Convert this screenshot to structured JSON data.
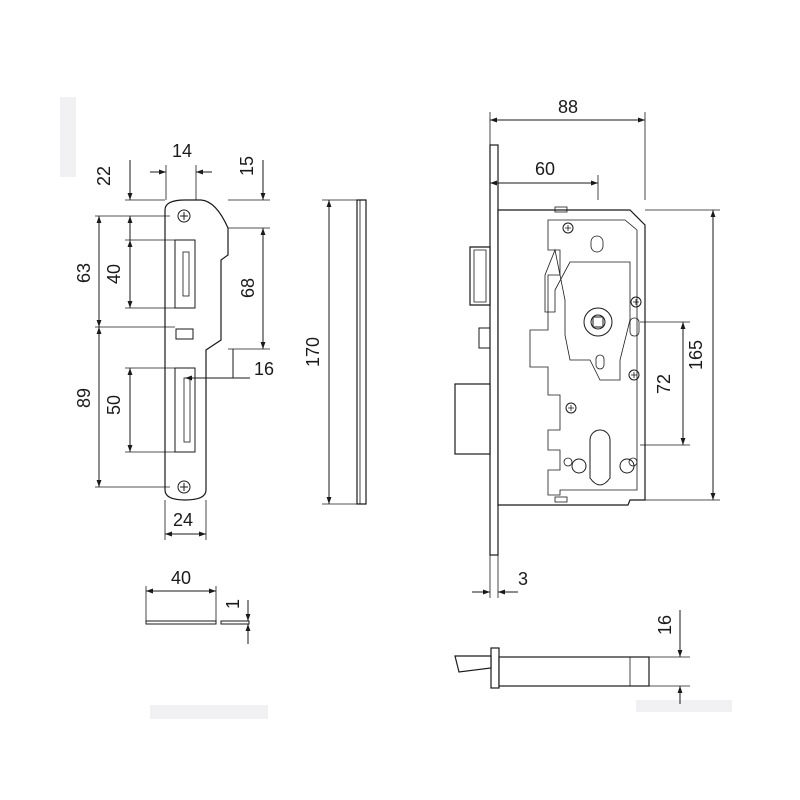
{
  "drawing": {
    "faceplate": {
      "top_offset": "22",
      "width_top": "14",
      "top_right": "15",
      "upper_span": "63",
      "latch_slot": "40",
      "center_span": "68",
      "lower_span": "89",
      "bolt_slot": "50",
      "bolt_offset": "16",
      "bottom_width": "24",
      "length": "170"
    },
    "faceplate_edge": {
      "width": "40",
      "thickness": "1"
    },
    "lock_body": {
      "total_depth": "88",
      "backset": "60",
      "height": "165",
      "center_distance": "72",
      "plate_thickness": "3",
      "bolt_width": "16"
    }
  }
}
